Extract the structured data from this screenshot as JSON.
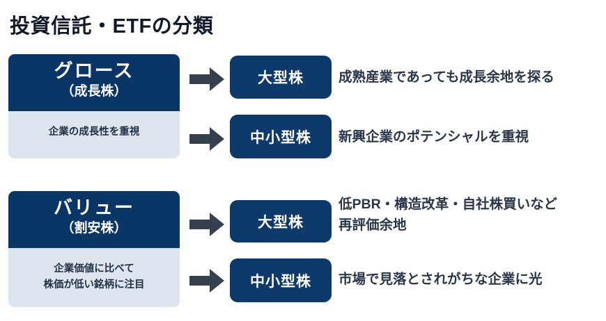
{
  "page": {
    "title": "投資信託・ETFの分類",
    "colors": {
      "navy_card": "#0a3567",
      "navy_pill": "#0d3a6a",
      "panel_light": "#dfe5ee",
      "arrow": "#37404f",
      "text_dark": "#2b3648",
      "title": "#111a2b",
      "background": "#ffffff"
    }
  },
  "groups": [
    {
      "id": "growth",
      "category": {
        "name_main": "グロース",
        "name_sub": "（成長株）",
        "description_lines": [
          "企業の成長性を重視"
        ]
      },
      "rows": [
        {
          "arrow_icon": "arrow-right-icon",
          "pill_label": "大型株",
          "description_lines": [
            "成熟産業であっても成長余地を探る"
          ]
        },
        {
          "arrow_icon": "arrow-right-icon",
          "pill_label": "中小型株",
          "description_lines": [
            "新興企業のポテンシャルを重視"
          ]
        }
      ]
    },
    {
      "id": "value",
      "category": {
        "name_main": "バリュー",
        "name_sub": "（割安株）",
        "description_lines": [
          "企業価値に比べて",
          "株価が低い銘柄に注目"
        ]
      },
      "rows": [
        {
          "arrow_icon": "arrow-right-icon",
          "pill_label": "大型株",
          "description_lines": [
            "低PBR・構造改革・自社株買いなど",
            "再評価余地"
          ]
        },
        {
          "arrow_icon": "arrow-right-icon",
          "pill_label": "中小型株",
          "description_lines": [
            "市場で見落とされがちな企業に光"
          ]
        }
      ]
    }
  ]
}
